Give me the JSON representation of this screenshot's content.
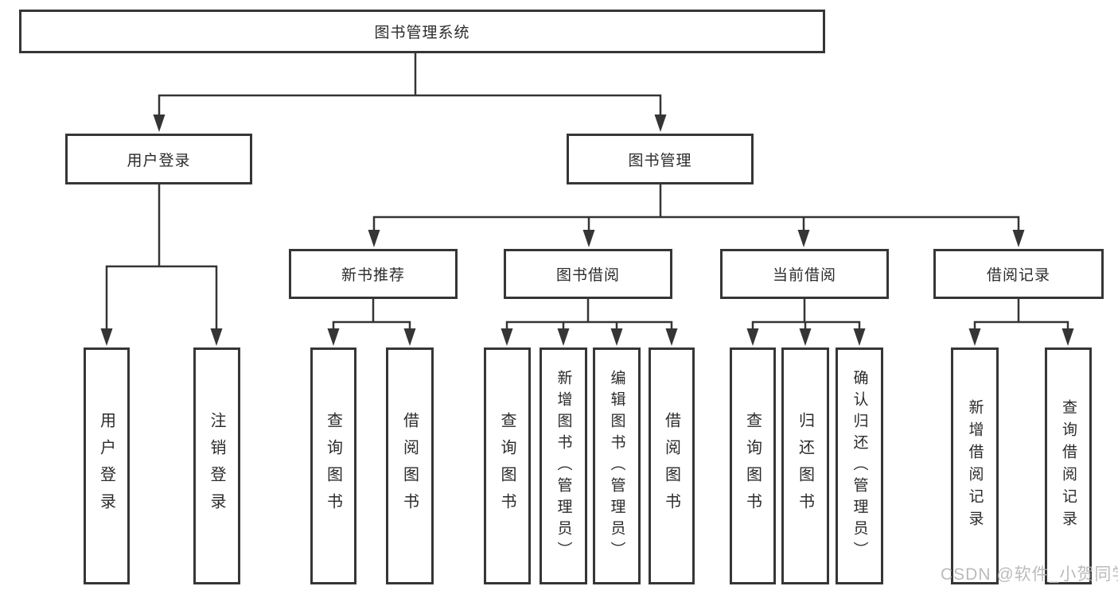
{
  "diagram": {
    "tree": {
      "label": "图书管理系统",
      "children": [
        {
          "label": "用户登录",
          "children": [
            {
              "label": "用户登录"
            },
            {
              "label": "注销登录"
            }
          ]
        },
        {
          "label": "图书管理",
          "children": [
            {
              "label": "新书推荐",
              "children": [
                {
                  "label": "查询图书"
                },
                {
                  "label": "借阅图书"
                }
              ]
            },
            {
              "label": "图书借阅",
              "children": [
                {
                  "label": "查询图书"
                },
                {
                  "label": "新增图书（管理员）"
                },
                {
                  "label": "编辑图书（管理员）"
                },
                {
                  "label": "借阅图书"
                }
              ]
            },
            {
              "label": "当前借阅",
              "children": [
                {
                  "label": "查询图书"
                },
                {
                  "label": "归还图书"
                },
                {
                  "label": "确认归还（管理员）"
                }
              ]
            },
            {
              "label": "借阅记录",
              "children": [
                {
                  "label": "新增借阅记录"
                },
                {
                  "label": "查询借阅记录"
                }
              ]
            }
          ]
        }
      ]
    },
    "colors": {
      "line": "#353535",
      "text": "#2b2b2b",
      "watermark": "#b2b2b2"
    }
  },
  "watermark": "CSDN @软件_小贺同学"
}
